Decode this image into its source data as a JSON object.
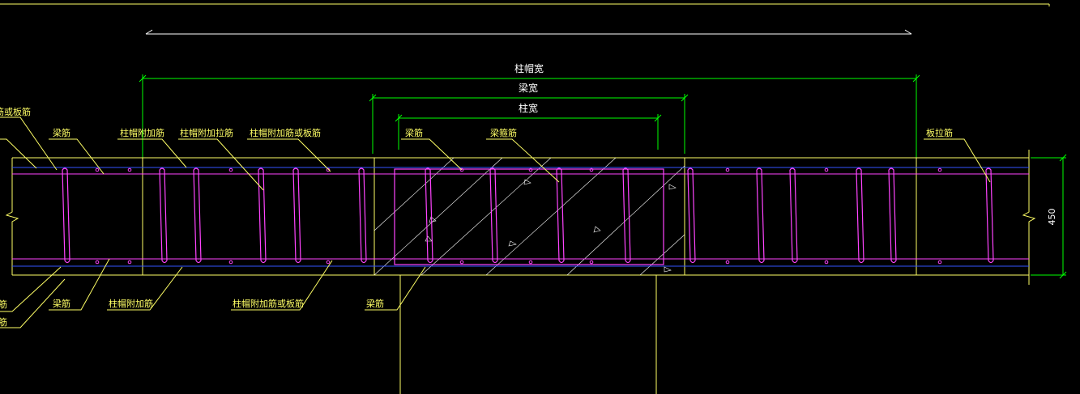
{
  "colors": {
    "background": "#000000",
    "dimension": "#00ff00",
    "outline": "#ffff66",
    "stirrup": "#ff44ff",
    "longitudinal_bar": "#3355ff",
    "concrete_hatch": "#ffffff",
    "leader": "#ffff66"
  },
  "dimensions": {
    "capital_width": "柱帽宽",
    "beam_width": "梁宽",
    "column_width": "柱宽",
    "depth": "450"
  },
  "labels": {
    "top_left_cut": "筋或板筋",
    "top_beam_bar": "梁筋",
    "top_cap_add": "柱帽附加筋",
    "top_cap_add_tie": "柱帽附加拉筋",
    "top_cap_add_or_slab": "柱帽附加筋或板筋",
    "top_beam_bar_center": "梁筋",
    "top_beam_stirrup": "梁箍筋",
    "top_slab_tie": "板拉筋",
    "bottom_left_cut_a": "筋",
    "bottom_left_cut_b": "筋",
    "bottom_beam_bar": "梁筋",
    "bottom_cap_add": "柱帽附加筋",
    "bottom_cap_add_or_slab": "柱帽附加筋或板筋",
    "bottom_beam_bar_center": "梁筋"
  }
}
